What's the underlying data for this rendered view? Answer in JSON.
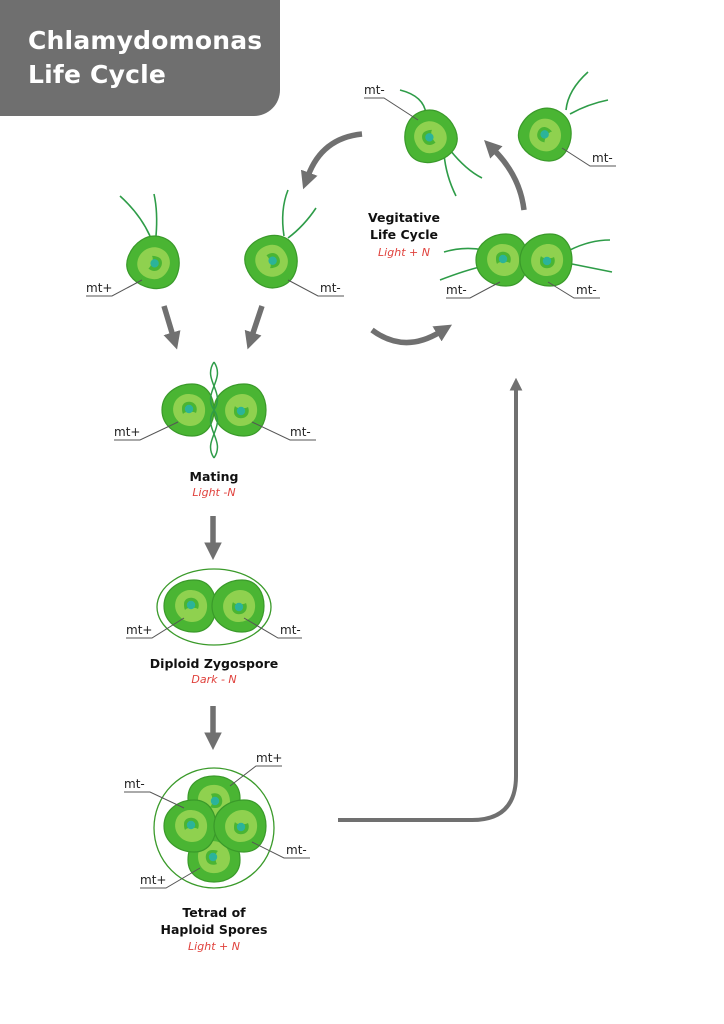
{
  "title": {
    "line1": "Chlamydomonas",
    "line2": "Life Cycle"
  },
  "colors": {
    "cell_outer": "#4ab533",
    "cell_inner": "#8fd14f",
    "nucleus": "#2bb39a",
    "outline": "#3a9a2a",
    "flagella": "#2e9c48",
    "arrow": "#707070",
    "condition": "#e0413c",
    "title_bg": "#6f6f6f"
  },
  "stages": {
    "vegetative": {
      "title_line1": "Vegitative",
      "title_line2": "Life Cycle",
      "condition": "Light + N"
    },
    "mating": {
      "title": "Mating",
      "condition": "Light -N"
    },
    "zygospore": {
      "title": "Diploid Zygospore",
      "condition": "Dark - N"
    },
    "tetrad": {
      "title_line1": "Tetrad of",
      "title_line2": "Haploid Spores",
      "condition": "Light + N"
    }
  },
  "mating_types": {
    "veg_top_left": "mt-",
    "veg_top_right": "mt-",
    "veg_div_left": "mt-",
    "veg_div_right": "mt-",
    "gamete_left": "mt+",
    "gamete_right": "mt-",
    "mating_left": "mt+",
    "mating_right": "mt-",
    "zygo_left": "mt+",
    "zygo_right": "mt-",
    "tetrad_top_right": "mt+",
    "tetrad_left": "mt-",
    "tetrad_right": "mt-",
    "tetrad_bottom_left": "mt+"
  }
}
